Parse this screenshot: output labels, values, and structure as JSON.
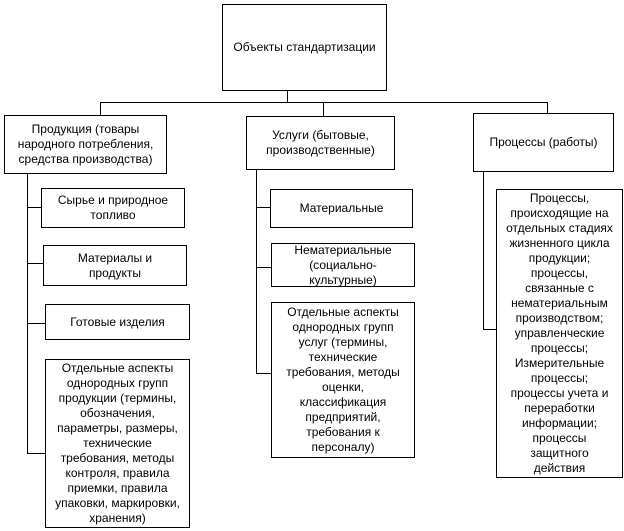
{
  "root": {
    "label": "Объекты стандартизации"
  },
  "branches": [
    {
      "label": "Продукция (товары\nнародного потребления,\nсредства производства)",
      "children": [
        "Сырье и природное\nтопливо",
        "Материалы и\nпродукты",
        "Готовые изделия",
        "Отдельные аспекты\nоднородных групп\nпродукции (термины,\nобозначения,\nпараметры, размеры,\nтехнические\nтребования, методы\nконтроля, правила\nприемки, правила\nупаковки, маркировки,\nхранения)"
      ]
    },
    {
      "label": "Услуги (бытовые,\nпроизводственные)",
      "children": [
        "Материальные",
        "Нематериальные\n(социально-\nкультурные)",
        "Отдельные аспекты\nоднородных групп\nуслуг (термины,\nтехнические\nтребования, методы\nоценки,\nклассификация\nпредприятий,\nтребования к\nперсоналу)"
      ]
    },
    {
      "label": "Процессы (работы)",
      "children": [
        "Процессы,\nпроисходящие на\nотдельных стадиях\nжизненного цикла\nпродукции;\nпроцессы,\nсвязанные с\nнематериальным\nпроизводством;\nуправленческие\nпроцессы;\nИзмерительные\nпроцессы;\nпроцессы учета и\nпереработки\nинформации;\nпроцессы\nзащитного\nдействия"
      ]
    }
  ]
}
